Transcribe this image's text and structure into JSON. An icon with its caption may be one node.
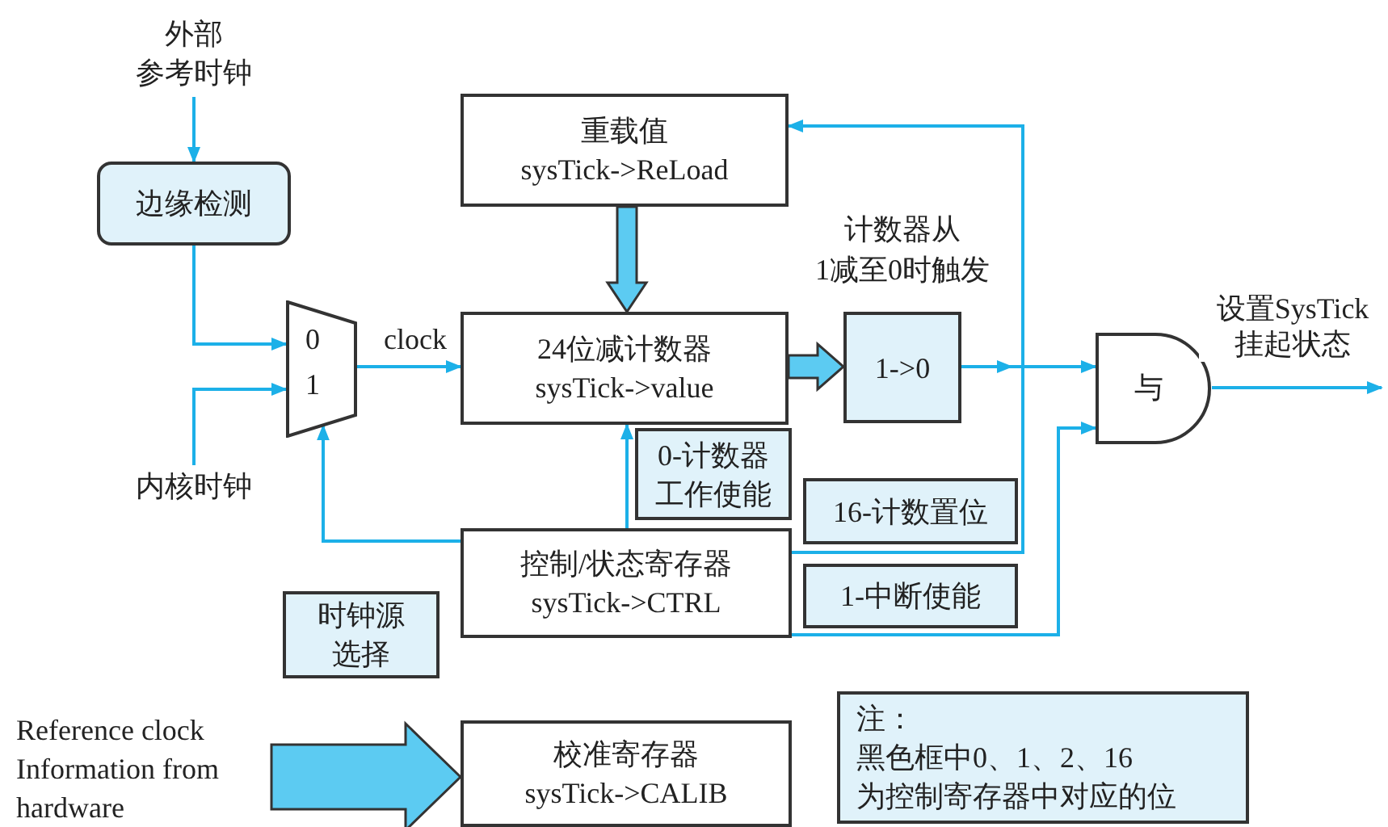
{
  "diagram": {
    "nodes": [
      {
        "text": [
          "外部",
          "参考时钟"
        ]
      },
      {
        "text": [
          "边缘检测"
        ]
      },
      {
        "text": [
          "0",
          "1"
        ]
      },
      {
        "text": [
          "内核时钟"
        ]
      },
      {
        "text": [
          "重载值",
          "sysTick->ReLoad"
        ]
      },
      {
        "text": [
          "24位减计数器",
          "sysTick->value"
        ]
      },
      {
        "text": [
          "1->0"
        ],
        "beside": [
          "计数器从",
          "1减至0时触发"
        ]
      },
      {
        "text": [
          "与"
        ]
      },
      {
        "text": [
          "控制/状态寄存器",
          "sysTick->CTRL"
        ]
      },
      {
        "text": [
          "0-计数器工作使能"
        ]
      },
      {
        "text": [
          "16-计数置位"
        ]
      },
      {
        "text": [
          "1-中断使能"
        ]
      },
      {
        "text": [
          "时钟源选择"
        ]
      },
      {
        "text": [
          "Reference clock Information from hardware"
        ]
      },
      {
        "text": [
          "校准寄存器",
          "sysTick->CALIB"
        ]
      },
      {
        "text": [
          "注：",
          "黑色框中0、1、2、16",
          "为控制寄存器中对应的位"
        ]
      }
    ],
    "edges": [
      {
        "from": 0,
        "to": 1,
        "arrow": "to"
      },
      {
        "from": 1,
        "to": 2,
        "arrow": "to"
      },
      {
        "from": 3,
        "to": 2,
        "arrow": "to"
      },
      {
        "from": 2,
        "to": 5,
        "arrow": "to",
        "label": "clock"
      },
      {
        "from": 4,
        "to": 5,
        "arrow": "to",
        "style": "thick"
      },
      {
        "from": 5,
        "to": 6,
        "arrow": "to",
        "style": "thick"
      },
      {
        "from": 6,
        "to": 7,
        "arrow": "to"
      },
      {
        "from": 6,
        "to": 4,
        "arrow": "to"
      },
      {
        "from": 6,
        "to": 8,
        "arrow": "none"
      },
      {
        "from": 8,
        "to": 5,
        "arrow": "to"
      },
      {
        "from": 8,
        "to": 2,
        "arrow": "to"
      },
      {
        "from": 8,
        "to": 7,
        "arrow": "to"
      },
      {
        "from": 13,
        "to": 14,
        "arrow": "to",
        "style": "thick"
      },
      {
        "from": 7,
        "to": null,
        "arrow": "to",
        "label": "设置SysTick挂起状态"
      }
    ]
  }
}
